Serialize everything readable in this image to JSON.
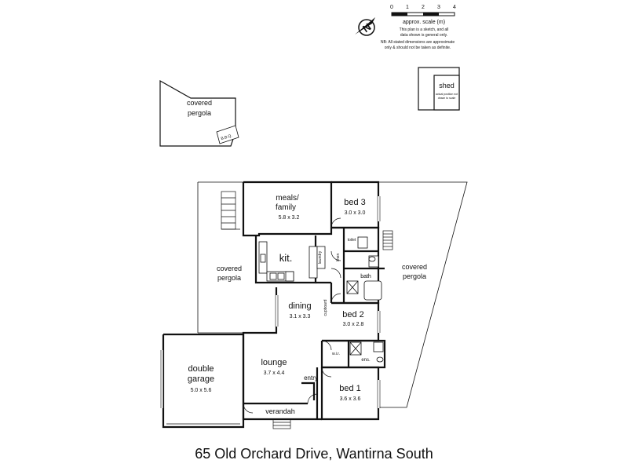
{
  "scale": {
    "ticks": [
      "0",
      "1",
      "2",
      "3",
      "4"
    ],
    "caption": "approx. scale (m)",
    "note_lines": [
      "This plan is a sketch, and all",
      "data shown is general only."
    ],
    "disclaimer_lines": [
      "NB: All stated dimensions are approximate",
      "only & should not be taken as definite."
    ]
  },
  "compass": {
    "letter": "N"
  },
  "outbuildings": {
    "pergola_top": {
      "line1": "covered",
      "line2": "pergola",
      "bbq": "B.B.Q."
    },
    "shed": {
      "name": "shed",
      "note_line1": "actual position not",
      "note_line2": "drawn to scale"
    }
  },
  "rooms": {
    "meals_family": {
      "line1": "meals/",
      "line2": "family",
      "dims": "5.8 x 3.2"
    },
    "bed3": {
      "name": "bed 3",
      "dims": "3.0 x 3.0"
    },
    "kit": {
      "name": "kit."
    },
    "toilet": {
      "name": "toilet"
    },
    "linen": {
      "name": "linen"
    },
    "bath": {
      "name": "bath"
    },
    "laundry": {
      "name": "laundry"
    },
    "pergola_left": {
      "line1": "covered",
      "line2": "pergola"
    },
    "pergola_right": {
      "line1": "covered",
      "line2": "pergola"
    },
    "dining": {
      "name": "dining",
      "dims": "3.1 x 3.3"
    },
    "cupboard": {
      "name": "cupboard"
    },
    "bed2": {
      "name": "bed 2",
      "dims": "3.0 x 2.8"
    },
    "wir": {
      "name": "w.i.r."
    },
    "ens": {
      "name": "ens."
    },
    "double_garage": {
      "line1": "double",
      "line2": "garage",
      "dims": "5.0 x 5.6"
    },
    "lounge": {
      "name": "lounge",
      "dims": "3.7 x 4.4"
    },
    "entry": {
      "name": "entry"
    },
    "bed1": {
      "name": "bed 1",
      "dims": "3.6 x 3.6"
    },
    "verandah": {
      "name": "verandah"
    }
  },
  "address": "65 Old Orchard Drive, Wantirna South"
}
